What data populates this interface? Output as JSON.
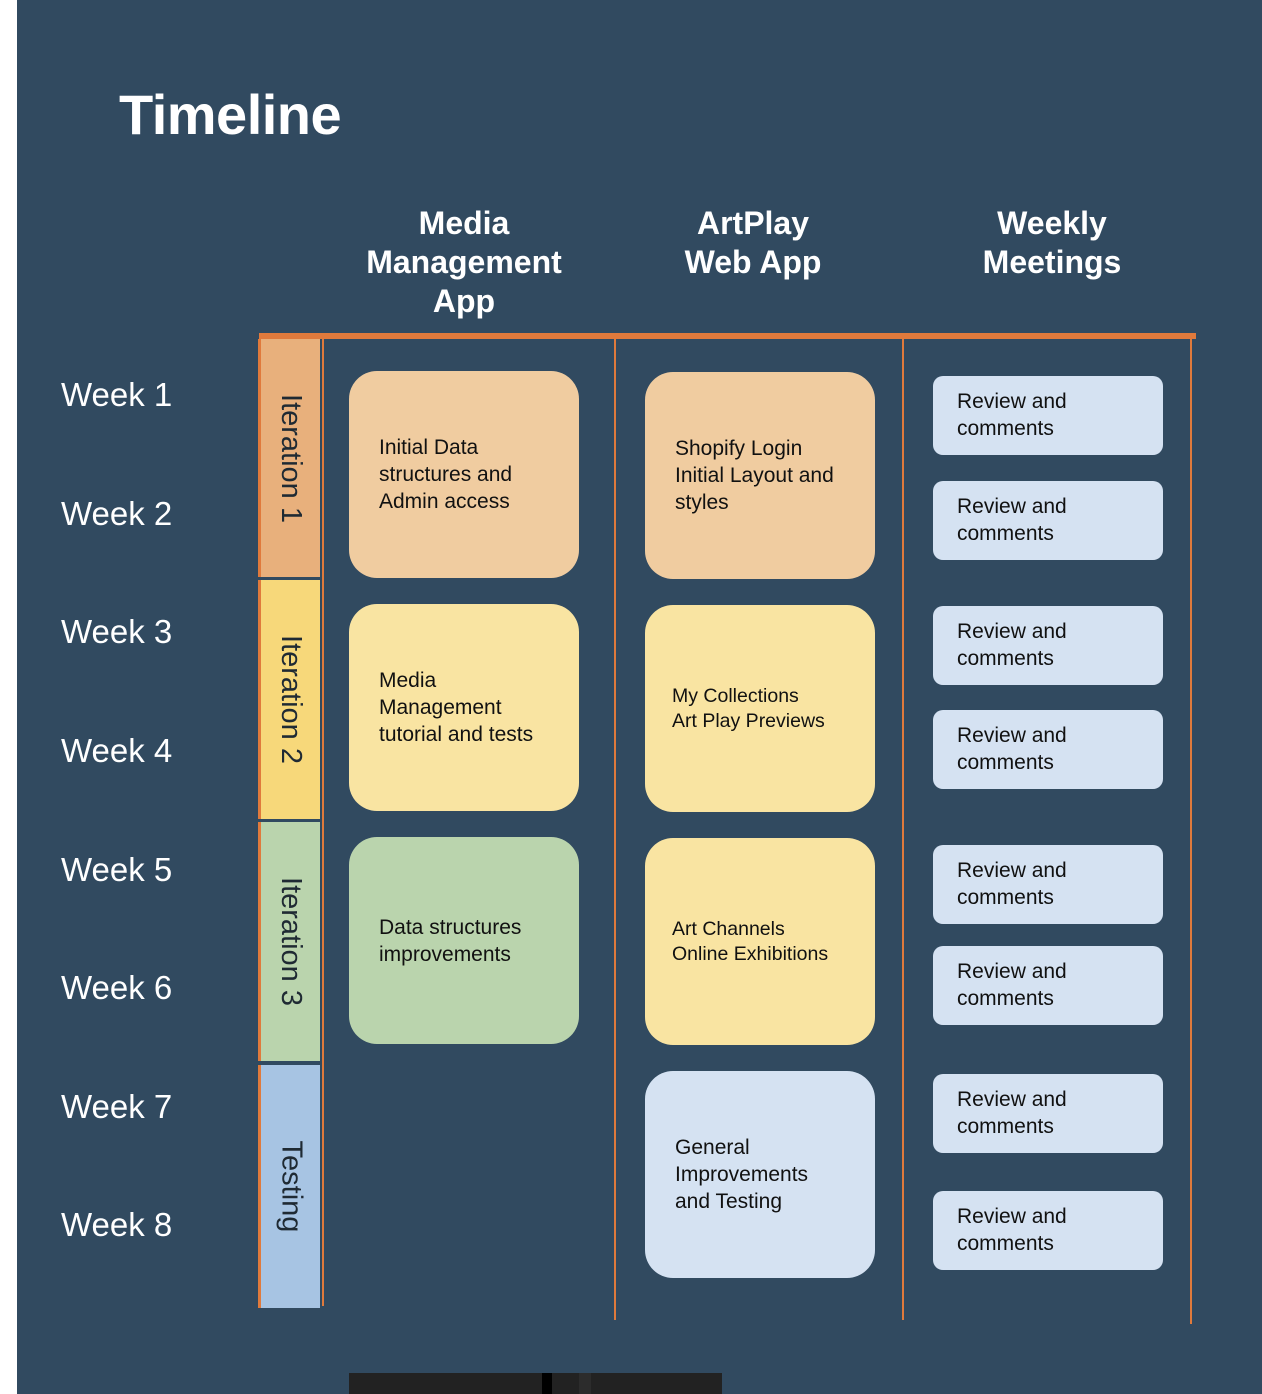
{
  "title": "Timeline",
  "columns": [
    {
      "lines": [
        "Media",
        "Management",
        "App"
      ]
    },
    {
      "lines": [
        "ArtPlay",
        "Web App"
      ]
    },
    {
      "lines": [
        "Weekly",
        "Meetings"
      ]
    }
  ],
  "weeks": [
    "Week 1",
    "Week 2",
    "Week 3",
    "Week 4",
    "Week 5",
    "Week 6",
    "Week 7",
    "Week 8"
  ],
  "iterations": [
    {
      "label": "Iteration 1",
      "color": "#e8b07c"
    },
    {
      "label": "Iteration 2",
      "color": "#f7d87a"
    },
    {
      "label": "Iteration 3",
      "color": "#bad4ad"
    },
    {
      "label": "Testing",
      "color": "#a7c4e3"
    }
  ],
  "media_cards": [
    {
      "lines": [
        "Initial Data",
        "structures and",
        "Admin access"
      ],
      "color": "#f0cca0"
    },
    {
      "lines": [
        "Media",
        "Management",
        "tutorial and tests"
      ],
      "color": "#f9e4a2"
    },
    {
      "lines": [
        "Data structures",
        "improvements"
      ],
      "color": "#bad4ad"
    }
  ],
  "artplay_cards": [
    {
      "lines": [
        "Shopify Login",
        "Initial Layout and",
        "styles"
      ],
      "color": "#f0cca0"
    },
    {
      "lines": [
        "My Collections",
        "Art Play Previews"
      ],
      "color": "#f9e4a2"
    },
    {
      "lines": [
        "Art Channels",
        "Online Exhibitions"
      ],
      "color": "#f9e4a2"
    },
    {
      "lines": [
        "General",
        "Improvements",
        "and Testing"
      ],
      "color": "#d5e2f2"
    }
  ],
  "meetings": [
    {
      "lines": [
        "Review and",
        "comments"
      ]
    },
    {
      "lines": [
        "Review and",
        "comments"
      ]
    },
    {
      "lines": [
        "Review and",
        "comments"
      ]
    },
    {
      "lines": [
        "Review and",
        "comments"
      ]
    },
    {
      "lines": [
        "Review and",
        "comments"
      ]
    },
    {
      "lines": [
        "Review and",
        "comments"
      ]
    },
    {
      "lines": [
        "Review and",
        "comments"
      ]
    },
    {
      "lines": [
        "Review and",
        "comments"
      ]
    }
  ],
  "colors": {
    "background": "#314a60",
    "grid_line": "#e07a3c",
    "text_light": "#ffffff"
  }
}
